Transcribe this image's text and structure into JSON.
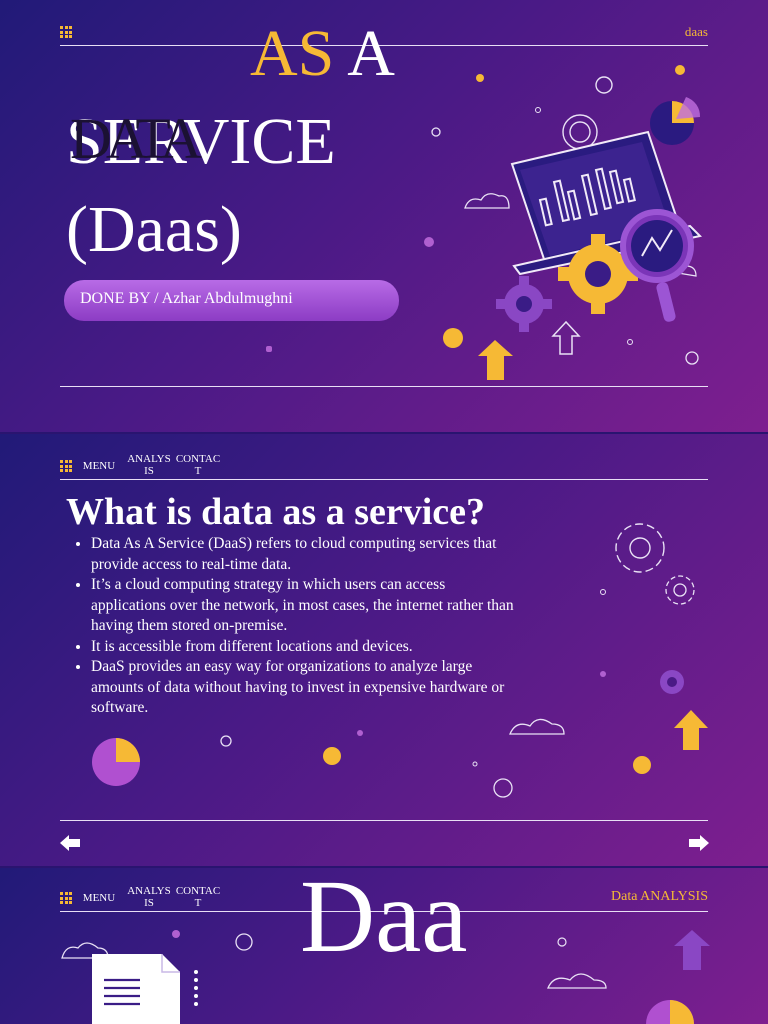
{
  "slide1": {
    "top_right": "daas",
    "title_as_yellow": "AS",
    "title_a": " A",
    "title_data": "DATA",
    "title_service": "SERVICE",
    "title_daas": "(Daas)",
    "done_by": "DONE BY / Azhar Abdulmughni"
  },
  "slide2": {
    "nav": [
      "MENU",
      "ANALYS IS",
      "CONTAC T"
    ],
    "heading": "What is data as a service?",
    "bullets": [
      "Data As A Service (DaaS) refers to cloud computing services that provide access to real-time data.",
      " It’s a cloud computing strategy in which users can access applications over the network, in most cases, the internet rather than having them stored on-premise.",
      "It is accessible from different locations and devices.",
      "DaaS provides an easy way for organizations to analyze large amounts of data without having to invest in expensive hardware or software."
    ]
  },
  "slide3": {
    "nav": [
      "MENU",
      "ANALYS IS",
      "CONTAC T"
    ],
    "top_right": "Data ANALYSIS",
    "big_title": "Daa"
  },
  "colors": {
    "accent": "#f6b935",
    "bg_start": "#211a78",
    "bg_end": "#7e1f8f"
  },
  "icons": [
    "grid-menu-icon",
    "gear-icon",
    "laptop-chart-icon",
    "magnifier-icon",
    "pie-chart-icon",
    "cloud-icon",
    "arrow-up-icon",
    "arrow-left-icon",
    "arrow-right-icon",
    "document-icon"
  ]
}
